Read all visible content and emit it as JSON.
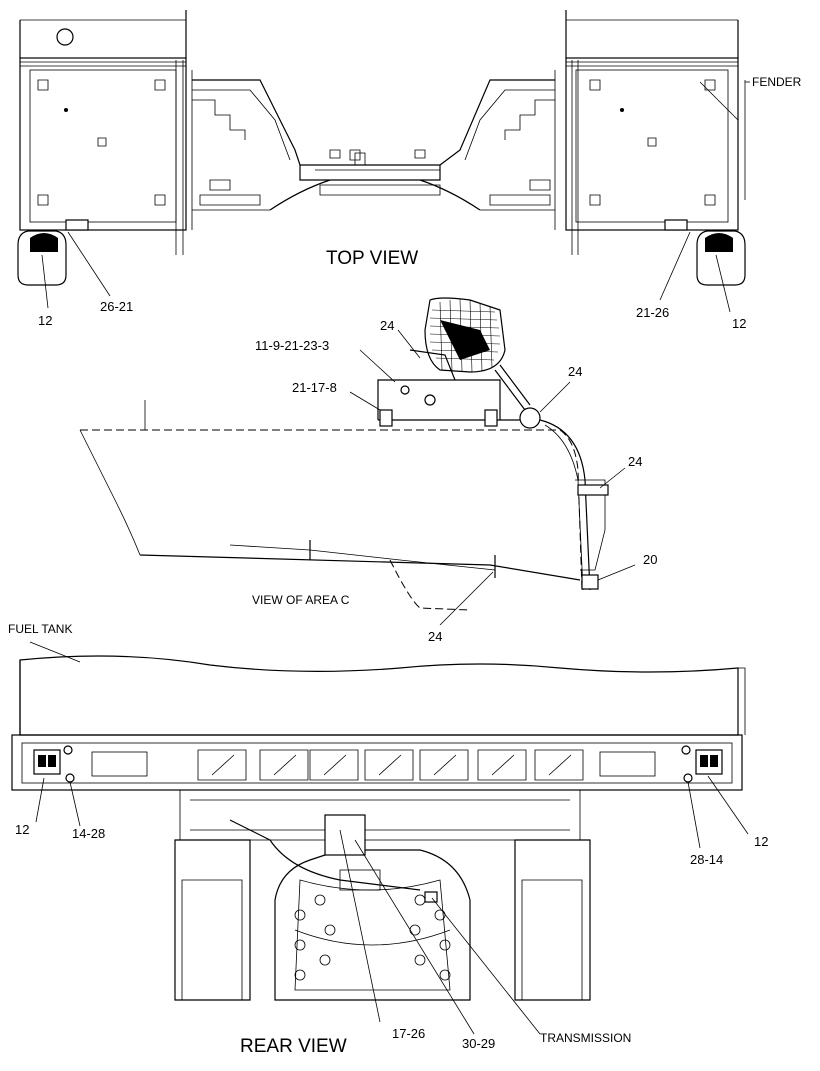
{
  "views": {
    "top_view": "TOP VIEW",
    "view_of_area_c": "VIEW OF AREA C",
    "rear_view": "REAR VIEW"
  },
  "components": {
    "fender": "FENDER",
    "fuel_tank": "FUEL TANK",
    "transmission": "TRANSMISSION"
  },
  "callouts": {
    "top_left_12": "12",
    "top_left_26_21": "26-21",
    "top_right_21_26": "21-26",
    "top_right_12": "12",
    "c_24_top": "24",
    "c_11_9_21_23_3": "11-9-21-23-3",
    "c_21_17_8": "21-17-8",
    "c_24_right_upper": "24",
    "c_24_right_mid": "24",
    "c_20": "20",
    "c_24_bottom": "24",
    "rear_left_12": "12",
    "rear_left_14_28": "14-28",
    "rear_right_28_14": "28-14",
    "rear_right_12": "12",
    "rear_17_26": "17-26",
    "rear_30_29": "30-29"
  }
}
